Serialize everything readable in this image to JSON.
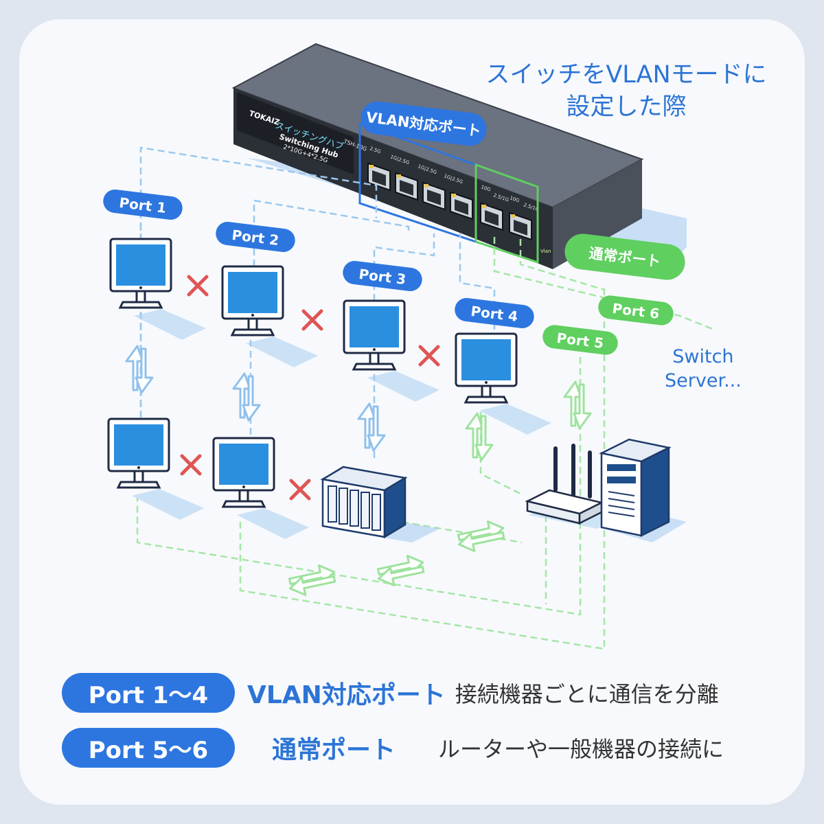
{
  "heading": {
    "line1": "スイッチをVLANモードに",
    "line2": "設定した際"
  },
  "device": {
    "brand": "TOKAIZ",
    "name_jp": "スイッチングハブ",
    "name_en": "Switching Hub",
    "spec": "2*10G+4*2.5G",
    "model": "TSH-10G",
    "port_labels": [
      "2.5G",
      "1G|2.5G",
      "1G|2.5G",
      "1G|2.5G",
      "10G",
      "2.5/1G",
      "10G",
      "2.5/1G"
    ],
    "led_label": "Vlan"
  },
  "callouts": {
    "vlan_ports": "VLAN対応ポート",
    "normal_ports": "通常ポート"
  },
  "ports": [
    {
      "label": "Port 1",
      "group": "vlan"
    },
    {
      "label": "Port 2",
      "group": "vlan"
    },
    {
      "label": "Port 3",
      "group": "vlan"
    },
    {
      "label": "Port 4",
      "group": "vlan"
    },
    {
      "label": "Port 5",
      "group": "normal"
    },
    {
      "label": "Port 6",
      "group": "normal"
    }
  ],
  "side_note": {
    "line1": "Switch",
    "line2": "Server..."
  },
  "legend": [
    {
      "pill": "Port 1〜4",
      "type": "VLAN対応ポート",
      "desc": "接続機器ごとに通信を分離"
    },
    {
      "pill": "Port 5〜6",
      "type": "通常ポート",
      "desc": "ルーターや一般機器の接続に"
    }
  ],
  "colors": {
    "blue": "#2d76e0",
    "green": "#5fcf5f",
    "red": "#e05555",
    "monitor_screen": "#2b8fe0",
    "card_bg": "#f7f9fc",
    "page_bg": "#dfe6ef"
  }
}
